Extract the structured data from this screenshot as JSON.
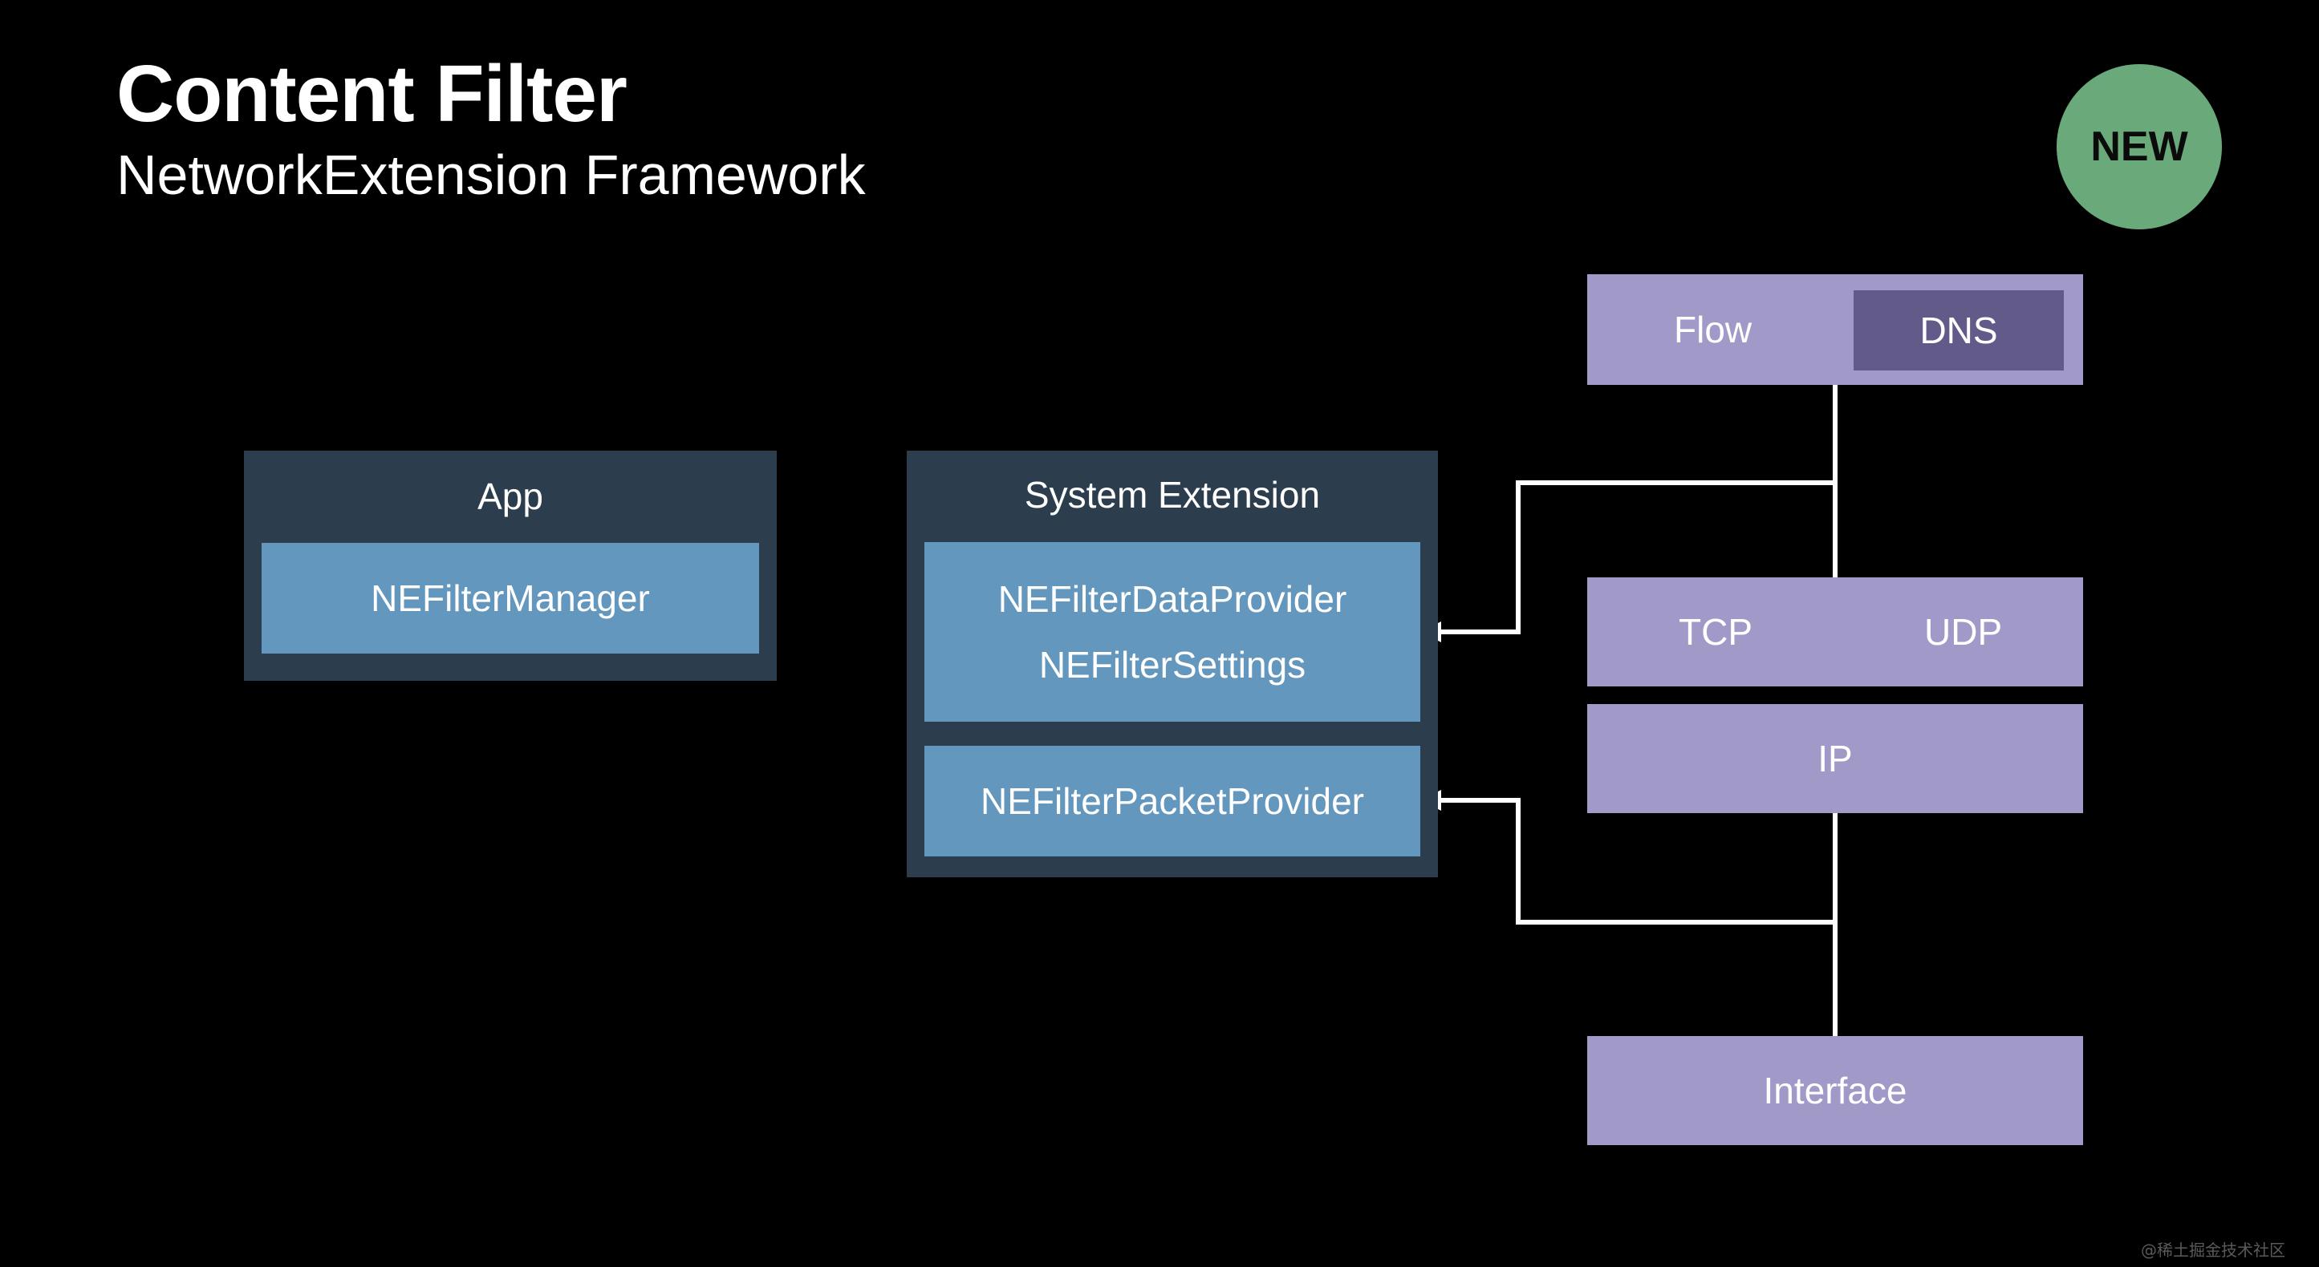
{
  "header": {
    "title": "Content Filter",
    "subtitle": "NetworkExtension Framework",
    "badge": "NEW",
    "badge_color": "#6aa97a"
  },
  "app": {
    "label": "App",
    "manager": "NEFilterManager"
  },
  "system_extension": {
    "label": "System Extension",
    "data_provider": "NEFilterDataProvider",
    "settings": "NEFilterSettings",
    "packet_provider": "NEFilterPacketProvider"
  },
  "stack": {
    "flow": "Flow",
    "dns": "DNS",
    "tcp": "TCP",
    "udp": "UDP",
    "ip": "IP",
    "interface": "Interface"
  },
  "colors": {
    "background": "#000000",
    "container": "#2c3d4e",
    "provider_box": "#6397bd",
    "layer": "#a19ac9",
    "dns": "#625b89",
    "connector": "#ffffff"
  },
  "watermark": "@稀土掘金技术社区"
}
